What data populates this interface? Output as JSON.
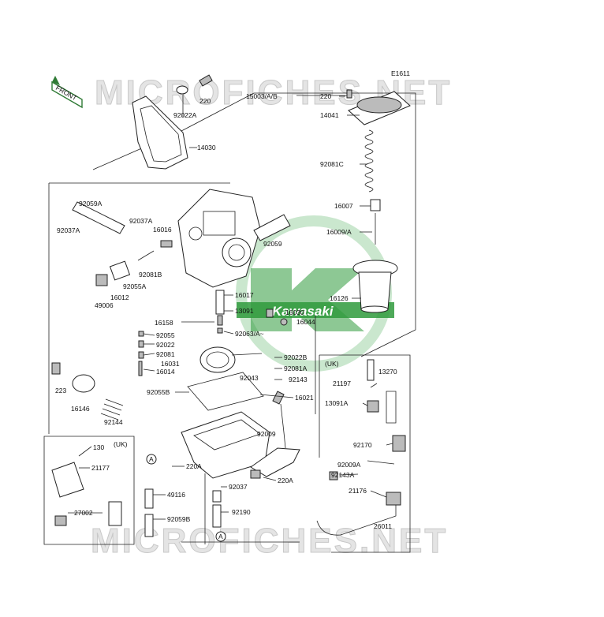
{
  "diagram": {
    "ref_code": "E1611",
    "front_tag": "FRONT",
    "watermark": "MICROFICHES.NET",
    "logo_text": "Kawasaki",
    "uk_label": "(UK)",
    "ref_marker": "A",
    "colors": {
      "logo_green": "#2f9a3c",
      "watermark_gray": "#d0d0d0",
      "line": "#222222"
    },
    "parts": [
      "220",
      "92022A",
      "14030",
      "15003/A/B",
      "220",
      "14041",
      "92081C",
      "16007",
      "16009/A",
      "92059A",
      "92037A",
      "92037A",
      "16016",
      "92059",
      "92081B",
      "16012",
      "92055A",
      "49006",
      "16126",
      "16017",
      "13091",
      "16030",
      "16044",
      "16158",
      "92055",
      "92063/A~",
      "92022",
      "92081",
      "16031",
      "16014",
      "92022B",
      "92081A",
      "92043",
      "92143",
      "223",
      "92055B",
      "16021",
      "16146",
      "92144",
      "92009",
      "220A",
      "220A",
      "92037",
      "49116",
      "92190",
      "92059B",
      "130",
      "21177",
      "27002",
      "21197",
      "13270",
      "13091A",
      "92170",
      "92009A",
      "92143A",
      "21176",
      "26011"
    ]
  }
}
